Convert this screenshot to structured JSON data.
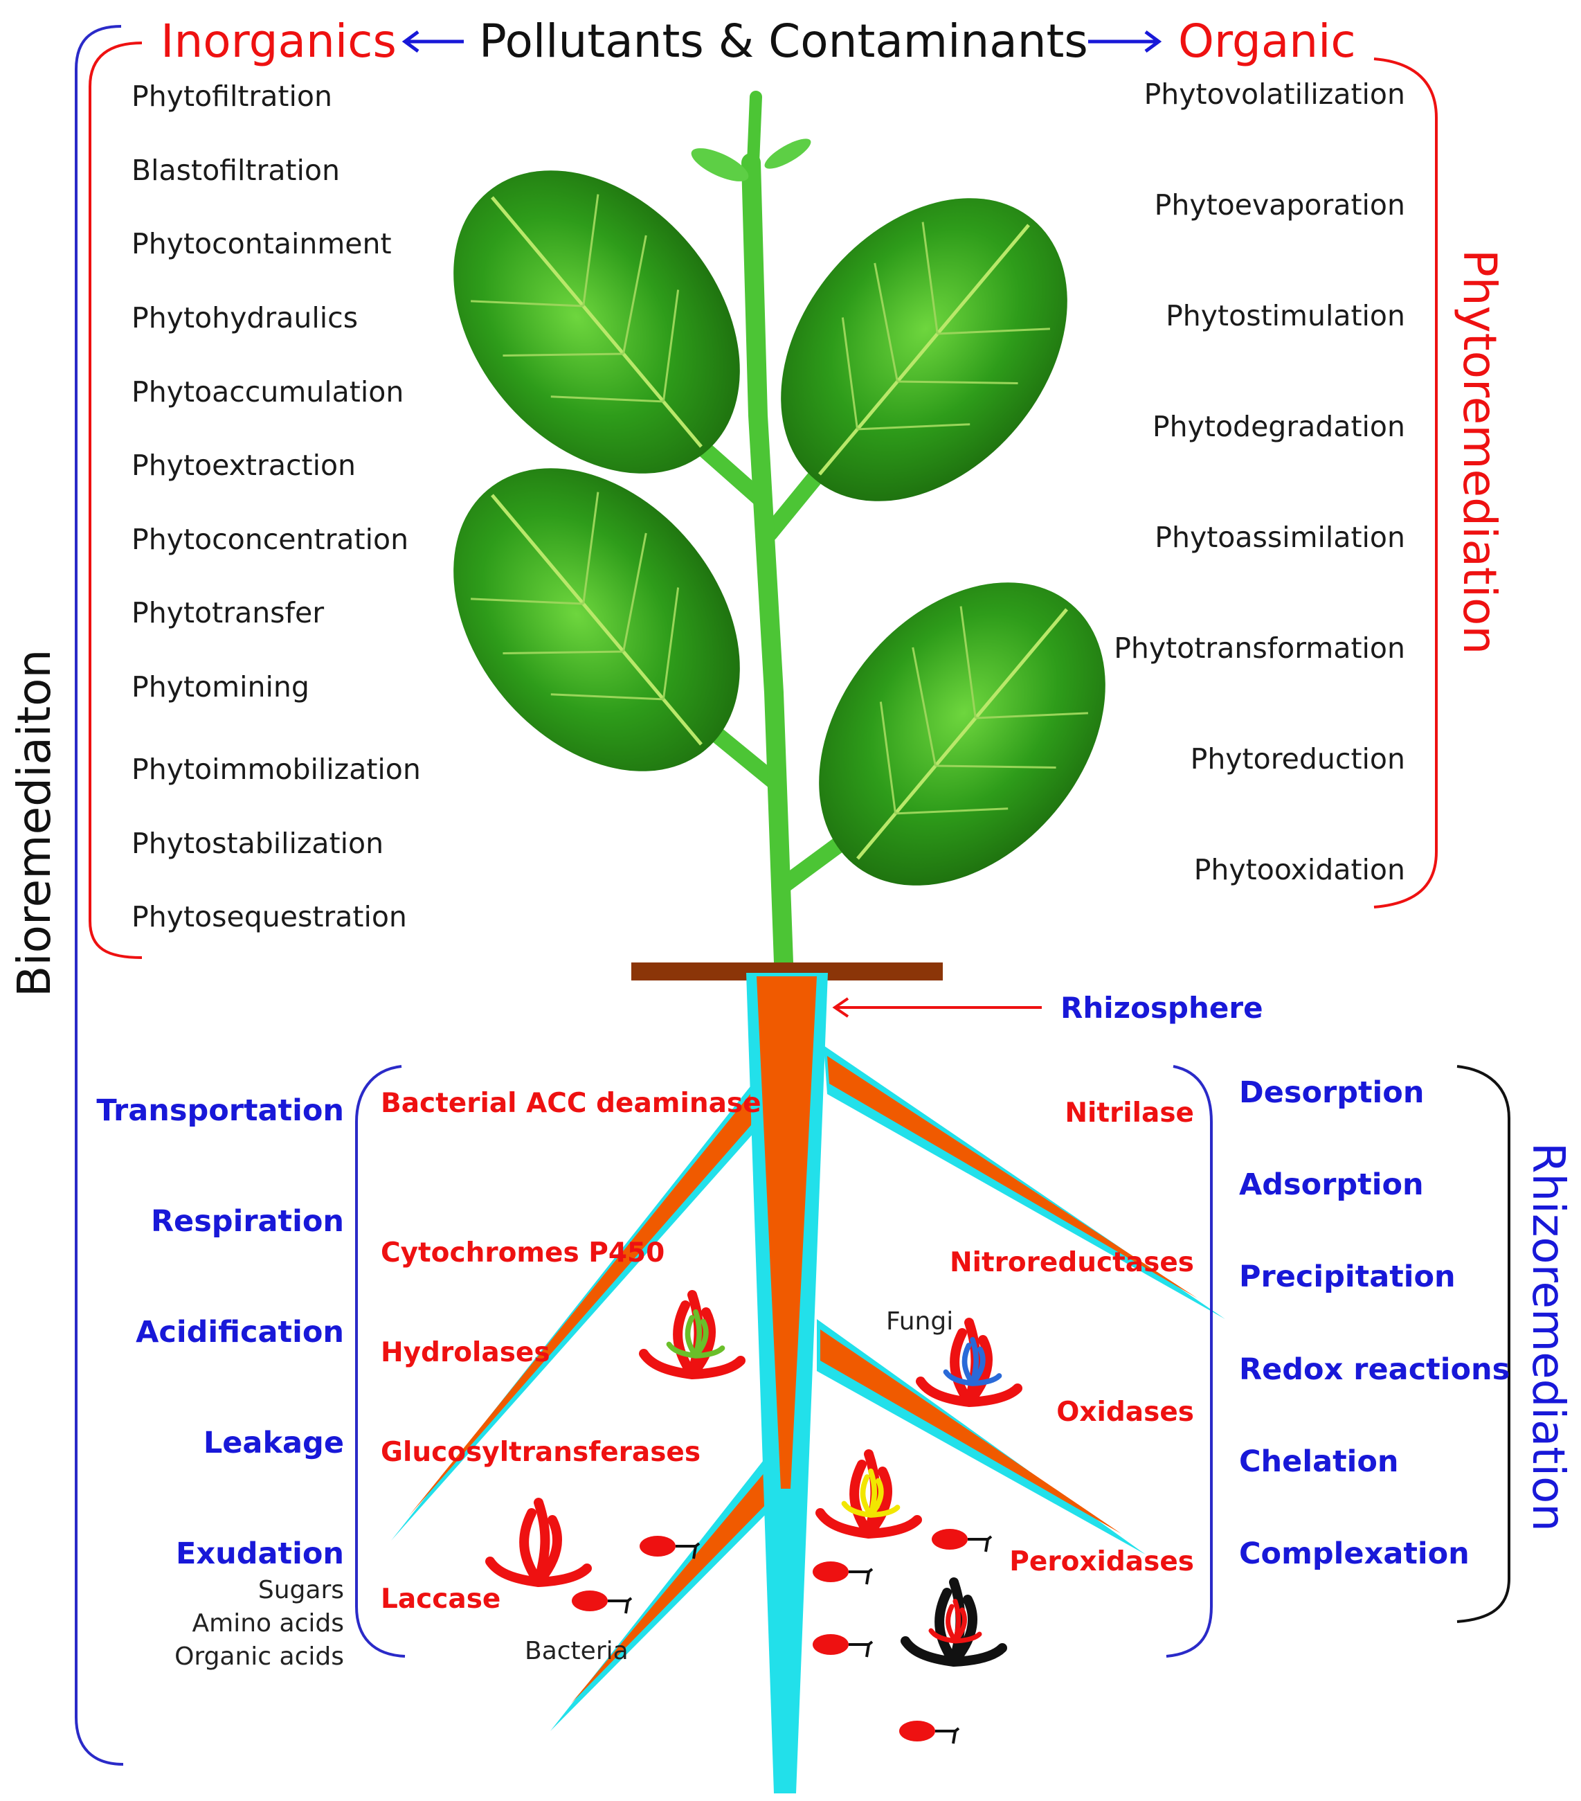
{
  "header": {
    "inorganic": "Inorganics",
    "title": "Pollutants & Contaminants",
    "organic": "Organic"
  },
  "side_titles": {
    "bioremediation": "Bioremediaiton",
    "phytoremediation": "Phytoremediation",
    "rhizoremediation": "Rhizoremediation"
  },
  "inorganic_processes": [
    "Phytofiltration",
    "Blastofiltration",
    "Phytocontainment",
    "Phytohydraulics",
    "Phytoaccumulation",
    "Phytoextraction",
    "Phytoconcentration",
    "Phytotransfer",
    "Phytomining",
    "Phytoimmobilization",
    "Phytostabilization",
    "Phytosequestration"
  ],
  "organic_processes": [
    "Phytovolatilization",
    "Phytoevaporation",
    "Phytostimulation",
    "Phytodegradation",
    "Phytoassimilation",
    "Phytotransformation",
    "Phytoreduction",
    "Phytooxidation"
  ],
  "rhizosphere_label": "Rhizosphere",
  "root_functions": [
    "Transportation",
    "Respiration",
    "Acidification",
    "Leakage",
    "Exudation"
  ],
  "exudates": [
    "Sugars",
    "Amino acids",
    "Organic acids"
  ],
  "enzymes_left": [
    "Bacterial ACC deaminase",
    "Cytochromes P450",
    "Hydrolases",
    "Glucosyltransferases",
    "Laccase"
  ],
  "enzymes_right": [
    "Nitrilase",
    "Nitroreductases",
    "Oxidases",
    "Peroxidases"
  ],
  "rhizo_processes": [
    "Desorption",
    "Adsorption",
    "Precipitation",
    "Redox reactions",
    "Chelation",
    "Complexation"
  ],
  "microbes": {
    "fungi": "Fungi",
    "bacteria": "Bacteria"
  },
  "colors": {
    "red": "#ee1111",
    "blue": "#1818d8",
    "stem_green": "#4cc535",
    "leaf_green": "#2f9a1a",
    "taproot_orange": "#f05a00",
    "root_cyan": "#22e0ea",
    "soil_brown": "#8b3508"
  }
}
